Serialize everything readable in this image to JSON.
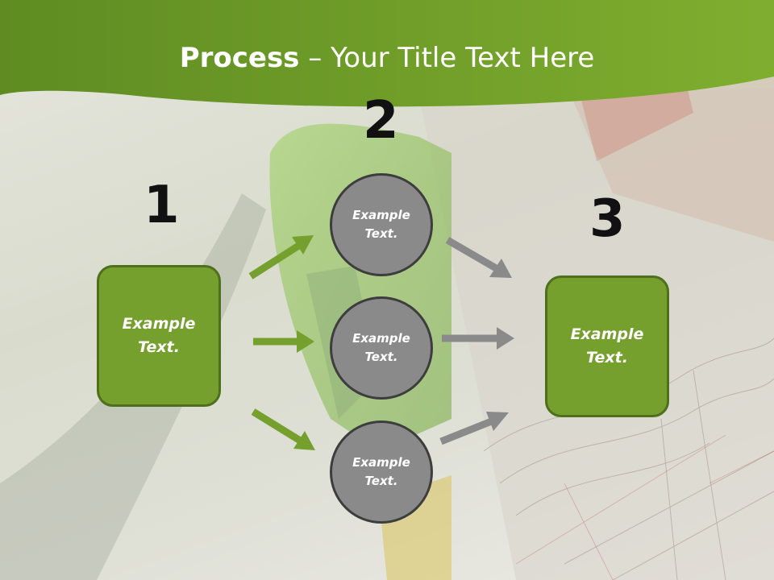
{
  "slide": {
    "title_bold": "Process",
    "title_rest": " – Your Title Text Here",
    "step_numbers": [
      "1",
      "2",
      "3"
    ],
    "left_box": "Example\nText.",
    "right_box": "Example\nText.",
    "circles": [
      "Example\nText.",
      "Example\nText.",
      "Example\nText."
    ]
  },
  "colors": {
    "banner_green": "#6e9a2a",
    "box_green": "#76a02e",
    "arrow_green": "#76a02e",
    "circle_gray": "#8a8a8a",
    "arrow_gray": "#8a8a8a"
  },
  "icons": {
    "background": "tape-measure-and-blueprint-photo"
  }
}
